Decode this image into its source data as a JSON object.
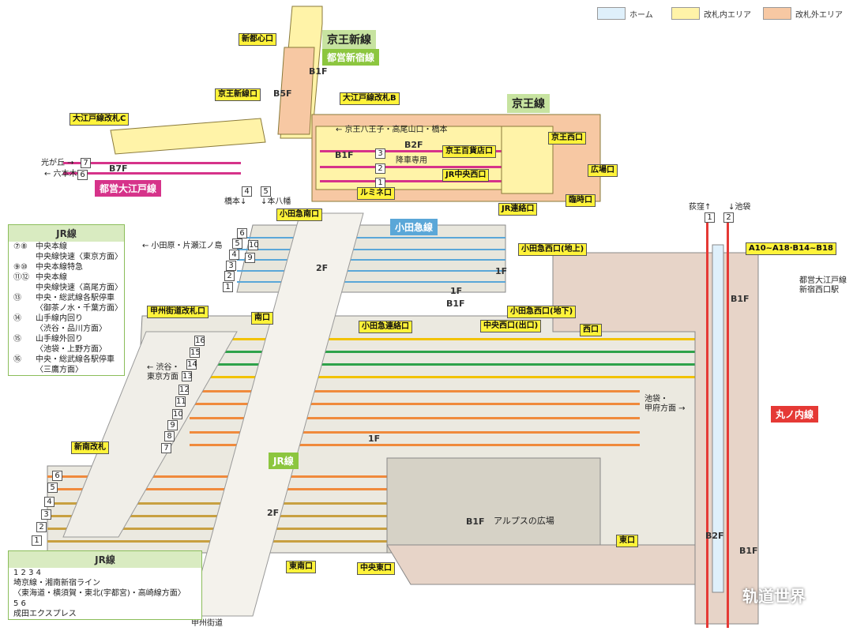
{
  "legend": {
    "home": {
      "label": "ホーム",
      "color": "#dff0fb"
    },
    "inside": {
      "label": "改札内エリア",
      "color": "#fff3a8"
    },
    "outside": {
      "label": "改札外エリア",
      "color": "#f7c8a3"
    }
  },
  "lines": {
    "keio_new": "京王新線",
    "toei_shinjuku": "都営新宿線",
    "keio": "京王線",
    "toei_oedo": "都営大江戸線",
    "odakyu": "小田急線",
    "jr_center": "JR線",
    "marunouchi": "丸ノ内線",
    "keio_directions": "← 京王八王子・高尾山口・橋本",
    "odakyu_directions": "← 小田原・片瀬江ノ島",
    "jr_shibuya": "← 渋谷・\n東京方面",
    "jr_ikebukuro": "池袋・\n甲府方面 →",
    "oedo_hikarigaoka": "光が丘 →",
    "oedo_roppongi": "← 六本木",
    "hashimoto": "橋本↓",
    "motoyawata": "↓本八幡",
    "ogikubo": "荻窪↑",
    "ikebukuro": "↓池袋",
    "oedo_nishiguchi": "都営大江戸線\n新宿西口駅",
    "koshu_street": "甲州街道",
    "kousha_only": "降車専用",
    "alps": "アルプスの広場"
  },
  "gates": {
    "shintoshin": "新都心口",
    "keio_new_gate": "京王新線口",
    "oedo_b": "大江戸線改札B",
    "oedo_c": "大江戸線改札C",
    "keio_depart": "京王百貨店口",
    "keio_west": "京王西口",
    "jr_central_west": "JR中央西口",
    "hiroba": "広場口",
    "lumine": "ルミネ口",
    "jr_renraku": "JR連絡口",
    "rinji": "臨時口",
    "odakyu_south": "小田急南口",
    "odakyu_west_up": "小田急西口(地上)",
    "odakyu_west_down": "小田急西口(地下)",
    "odakyu_renraku": "小田急連絡口",
    "central_west_exit": "中央西口(出口)",
    "west": "西口",
    "south": "南口",
    "koshu_gate": "甲州街道改札口",
    "new_south": "新南改札",
    "east": "東口",
    "central_east": "中央東口",
    "southeast": "東南口",
    "exits_a": "A10~A18·B14~B18"
  },
  "floors": {
    "b1f_a": "B1F",
    "b5f": "B5F",
    "b1f_b": "B1F",
    "b2f": "B2F",
    "b7f": "B7F",
    "f2_a": "2F",
    "f1_a": "1F",
    "f1_b": "1F",
    "b1f_c": "B1F",
    "b1f_d": "B1F",
    "f1_c": "1F",
    "f2_b": "2F",
    "b1f_e": "B1F",
    "b2f_b": "B2F",
    "b1f_f": "B1F"
  },
  "jr_legend_1": {
    "title": "JR線",
    "rows": [
      {
        "num": "⑦⑧",
        "text": "中央本線"
      },
      {
        "num": "",
        "text": "中央線快速〈東京方面〉"
      },
      {
        "num": "⑨⑩",
        "text": "中央本線特急"
      },
      {
        "num": "⑪⑫",
        "text": "中央本線"
      },
      {
        "num": "",
        "text": "中央線快速〈高尾方面〉"
      },
      {
        "num": "⑬",
        "text": "中央・総武線各駅停車"
      },
      {
        "num": "",
        "text": "〈御茶ノ水・千葉方面〉"
      },
      {
        "num": "⑭",
        "text": "山手線内回り"
      },
      {
        "num": "",
        "text": "〈渋谷・品川方面〉"
      },
      {
        "num": "⑮",
        "text": "山手線外回り"
      },
      {
        "num": "",
        "text": "〈池袋・上野方面〉"
      },
      {
        "num": "⑯",
        "text": "中央・総武線各駅停車"
      },
      {
        "num": "",
        "text": "〈三鷹方面〉"
      }
    ]
  },
  "jr_legend_2": {
    "title": "JR線",
    "rows": [
      {
        "num": "",
        "text": "1 2 3 4"
      },
      {
        "num": "",
        "text": "埼京線・湘南新宿ライン"
      },
      {
        "num": "",
        "text": "〈東海道・横須賀・東北(宇都宮)・高崎線方面〉"
      },
      {
        "num": "",
        "text": "5 6"
      },
      {
        "num": "",
        "text": "成田エクスプレス"
      }
    ]
  },
  "platforms": {
    "keio": [
      "3",
      "2",
      "1"
    ],
    "odakyu": [
      "6",
      "5",
      "4",
      "9",
      "3",
      "2",
      "1",
      "10"
    ],
    "jr_upper": [
      "16",
      "15",
      "14",
      "13",
      "12",
      "11",
      "10",
      "9",
      "8",
      "7"
    ],
    "jr_lower": [
      "6",
      "5",
      "4",
      "3",
      "2",
      "1"
    ],
    "oedo": [
      "7",
      "6"
    ],
    "keio_new": [
      "4",
      "5"
    ],
    "marunouchi": [
      "1",
      "2"
    ]
  },
  "watermark": "轨道世界"
}
